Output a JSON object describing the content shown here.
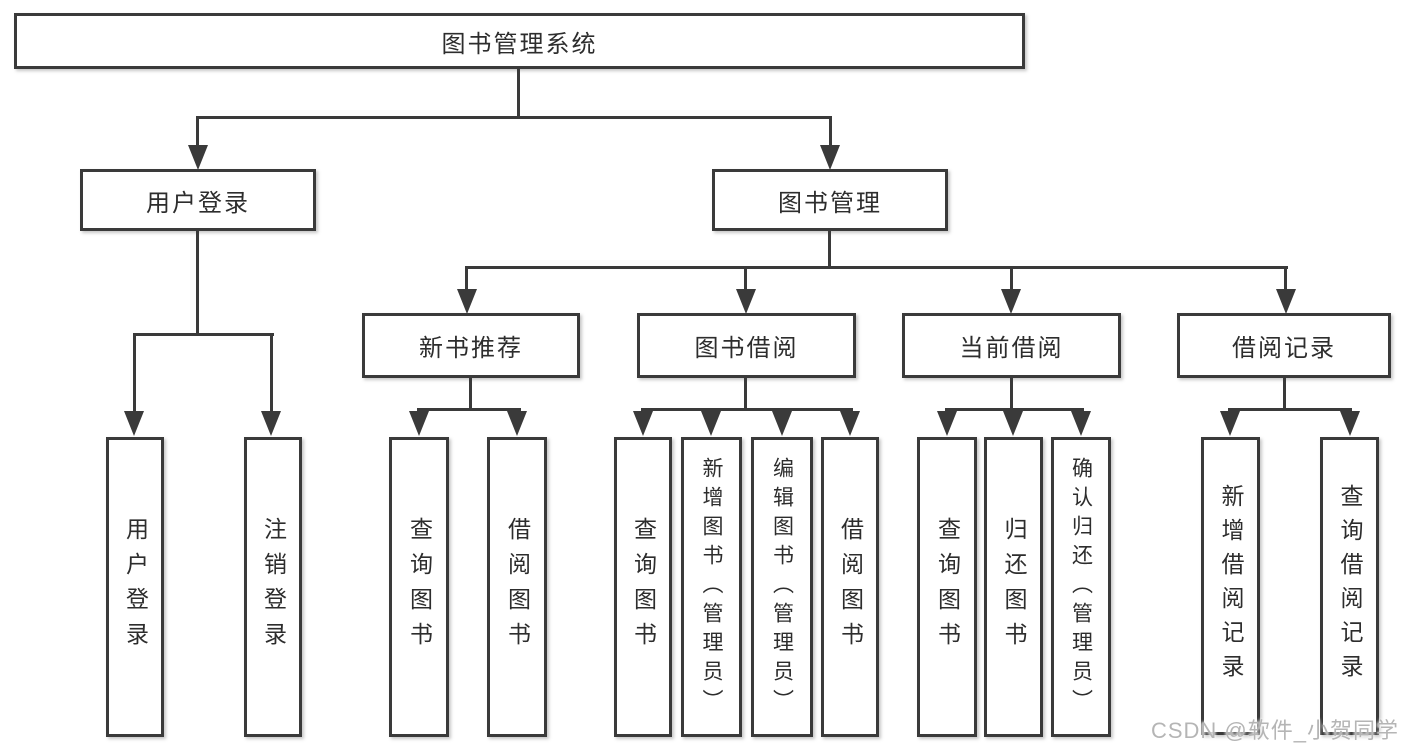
{
  "title": {
    "label": "图书管理系统"
  },
  "level2": {
    "user_login": "用户登录",
    "book_mgmt": "图书管理"
  },
  "level3": {
    "new_book_rec": "新书推荐",
    "book_borrow": "图书借阅",
    "current_borrow": "当前借阅",
    "borrow_records": "借阅记录"
  },
  "level4": {
    "login": "用户登录",
    "logout": "注销登录",
    "nb_query_book": "查询图书",
    "nb_borrow_book": "借阅图书",
    "bb_query_book": "查询图书",
    "bb_add_book": "新增图书（管理员）",
    "bb_edit_book": "编辑图书（管理员）",
    "bb_borrow_book": "借阅图书",
    "cb_query_book": "查询图书",
    "cb_return_book": "归还图书",
    "cb_confirm_return": "确认归还（管理员）",
    "br_add_record": "新增借阅记录",
    "br_query_record": "查询借阅记录"
  },
  "watermark": {
    "text": "CSDN @软件_小贺同学"
  }
}
